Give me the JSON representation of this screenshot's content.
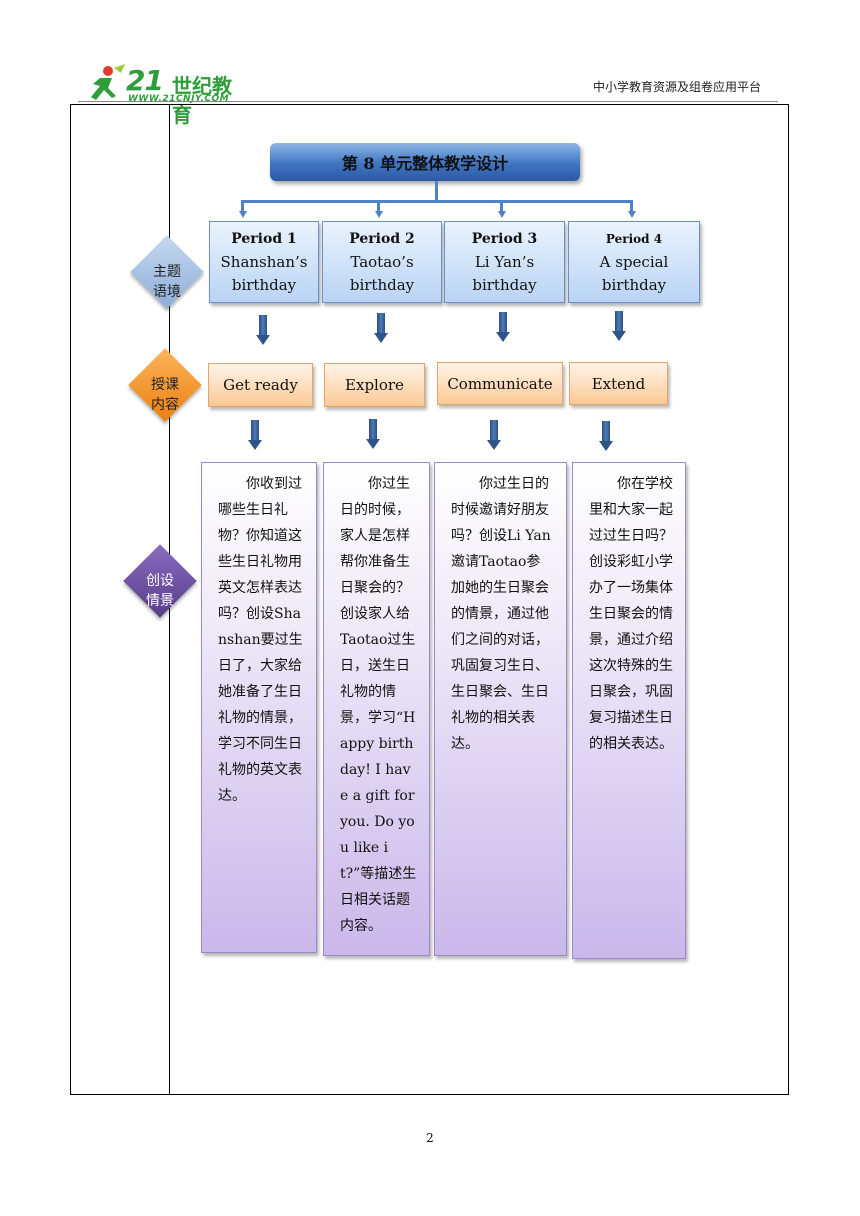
{
  "header": {
    "logo_main": "21世纪教育",
    "logo_number": "21",
    "logo_text": "世纪教育",
    "logo_url": "WWW.21CNJY.COM",
    "right_text": "中小学教育资源及组卷应用平台"
  },
  "title": "第 8 单元整体教学设计",
  "rows": {
    "theme_label": "主题\n语境",
    "content_label": "授课\n内容",
    "scenario_label": "创设\n情景"
  },
  "periods": [
    {
      "title": "Period 1",
      "name_line1": "Shanshan’s",
      "name_line2": "birthday"
    },
    {
      "title": "Period 2",
      "name_line1": "Taotao’s",
      "name_line2": "birthday"
    },
    {
      "title": "Period 3",
      "name_line1": "Li Yan’s",
      "name_line2": "birthday"
    },
    {
      "title": "Period 4",
      "name_line1": "A special",
      "name_line2": "birthday"
    }
  ],
  "activities": [
    "Get ready",
    "Explore",
    "Communicate",
    "Extend"
  ],
  "scenarios": [
    "你收到过哪些生日礼物？你知道这些生日礼物用英文怎样表达吗？创设Shanshan要过生日了，大家给她准备了生日礼物的情景，学习不同生日礼物的英文表达。",
    "你过生日的时候，家人是怎样帮你准备生日聚会的？创设家人给Taotao过生日，送生日礼物的情景，学习“Happy birthday! I have a gift for you. Do you like it?”等描述生日相关话题内容。",
    "你过生日的时候邀请好朋友吗？创设Li Yan邀请Taotao参加她的生日聚会的情景，通过他们之间的对话，巩固复习生日、生日聚会、生日礼物的相关表达。",
    "你在学校里和大家一起过过生日吗？创设彩虹小学办了一场集体生日聚会的情景，通过介绍这次特殊的生日聚会，巩固复习描述生日的相关表达。"
  ],
  "page_number": "2",
  "colors": {
    "title_blue": "#3f74c2",
    "theme_diamond": "#9fbbe0",
    "content_diamond": "#f28a1e",
    "scenario_diamond": "#6b4a9e",
    "logo_green": "#2e9d3a"
  }
}
